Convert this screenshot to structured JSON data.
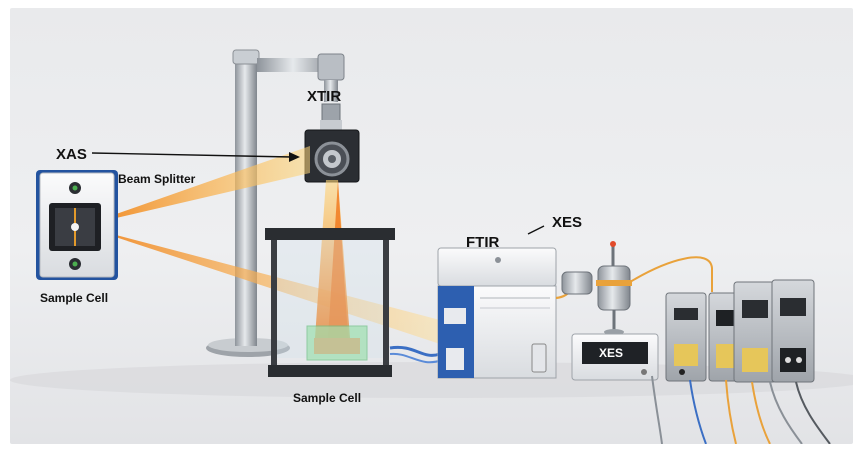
{
  "labels": {
    "xas": "XAS",
    "xtir": "XTIR",
    "beam_splitter": "Beam Splitter",
    "sample_cell_left": "Sample Cell",
    "sample_cell_center": "Sample Cell",
    "ftir": "FTIR",
    "xes_label": "XES",
    "xes_display": "XES"
  },
  "colors": {
    "beam_light": "#ffd77a",
    "beam_dark": "#f08a1c",
    "frame_blue": "#2d5fb0",
    "fiber_orange": "#e9a23b",
    "cable_blue": "#3b6fc4"
  }
}
